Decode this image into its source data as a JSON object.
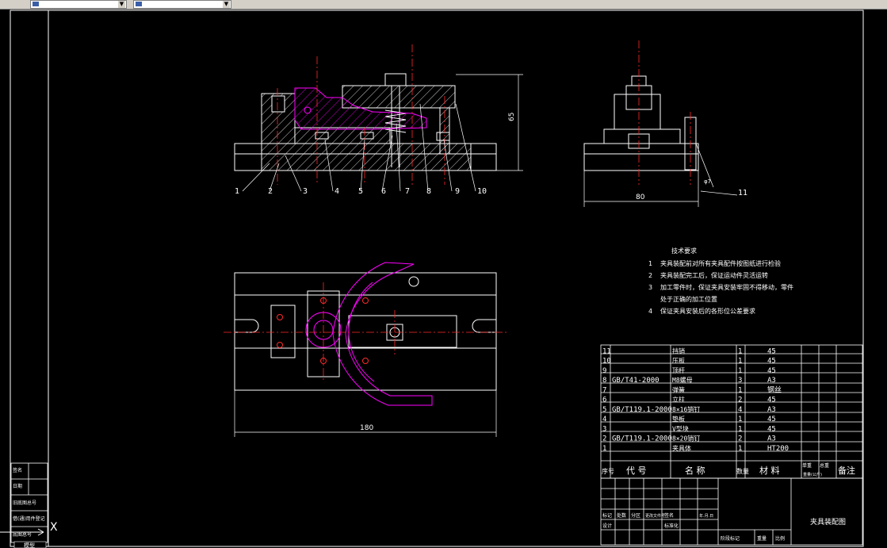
{
  "toolbar": {
    "combo1": {
      "value": "",
      "icon": "layer-icon"
    },
    "combo2": {
      "value": "",
      "icon": "linetype-icon"
    }
  },
  "colors": {
    "background": "#000000",
    "lines": "#ffffff",
    "centerline": "#ff2a2a",
    "workpiece": "#ff00ff",
    "ui": "#d4d0c8"
  },
  "views": {
    "front_numbers": [
      "1",
      "2",
      "3",
      "4",
      "5",
      "6",
      "7",
      "8",
      "9",
      "10"
    ],
    "side_number": "11",
    "dim_height": "65",
    "dim_side_width": "80",
    "dim_plan_width": "180",
    "dim_hole": "φ7"
  },
  "tech": {
    "title": "技术要求",
    "items": [
      {
        "n": "1",
        "text": "夹具装配前对所有夹具配件按图纸进行检验"
      },
      {
        "n": "2",
        "text": "夹具装配完工后，保证运动件灵活运转"
      },
      {
        "n": "3",
        "text": "加工零件时，保证夹具安装牢固不得移动，零件"
      },
      {
        "n": "",
        "text": "处于正确的加工位置"
      },
      {
        "n": "4",
        "text": "保证夹具安装后的各形位公差要求"
      }
    ]
  },
  "bom": {
    "rows": [
      {
        "no": "11",
        "code": "",
        "name": "挡销",
        "qty": "1",
        "mat": "45"
      },
      {
        "no": "10",
        "code": "",
        "name": "压板",
        "qty": "1",
        "mat": "45"
      },
      {
        "no": "9",
        "code": "",
        "name": "顶杆",
        "qty": "1",
        "mat": "45"
      },
      {
        "no": "8",
        "code": "GB/T41-2000",
        "name": "M8螺母",
        "qty": "3",
        "mat": "A3"
      },
      {
        "no": "7",
        "code": "",
        "name": "弹簧",
        "qty": "1",
        "mat": "钢丝"
      },
      {
        "no": "6",
        "code": "",
        "name": "立柱",
        "qty": "2",
        "mat": "45"
      },
      {
        "no": "5",
        "code": "GB/T119.1-2000",
        "name": "8×16销钉",
        "qty": "4",
        "mat": "A3"
      },
      {
        "no": "4",
        "code": "",
        "name": "垫板",
        "qty": "1",
        "mat": "45"
      },
      {
        "no": "3",
        "code": "",
        "name": "V型块",
        "qty": "1",
        "mat": "45"
      },
      {
        "no": "2",
        "code": "GB/T119.1-2000",
        "name": "8×20销钉",
        "qty": "2",
        "mat": "A3"
      },
      {
        "no": "1",
        "code": "",
        "name": "夹具体",
        "qty": "1",
        "mat": "HT200"
      }
    ],
    "header": {
      "no": "序号",
      "code": "代 号",
      "name": "名 称",
      "qty": "数量",
      "mat": "材 料",
      "w1": "单重",
      "w2": "总重",
      "w3": "重量(公斤)",
      "remark": "备注"
    }
  },
  "titleblock": {
    "drawing_name": "夹具装配图",
    "cells": [
      "标记",
      "处数",
      "分区",
      "更改文件号",
      "签名",
      "年.月.日",
      "设计",
      "标准化",
      "阶段标记",
      "重量",
      "比例"
    ]
  },
  "left_strip": [
    "底图总号",
    "签名",
    "日期",
    "旧底图总号",
    "借(通)用件登记"
  ],
  "ucs": {
    "x": "X",
    "tab_text": "模型"
  }
}
